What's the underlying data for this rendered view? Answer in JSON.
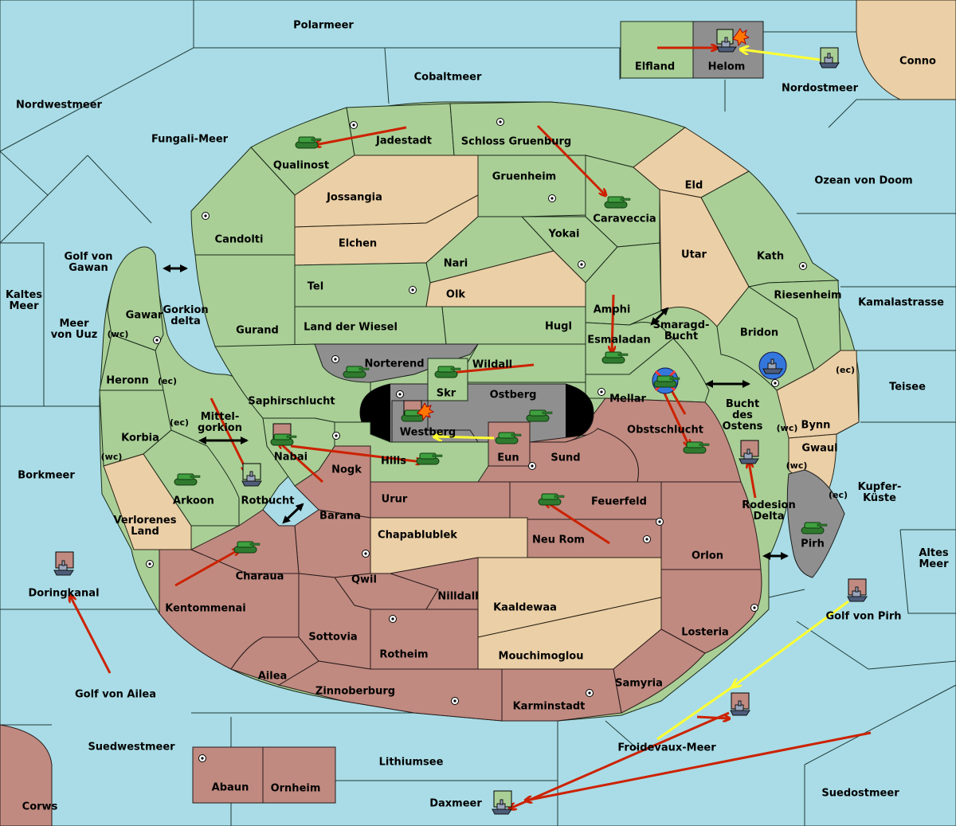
{
  "title": "",
  "colors": {
    "sea": "#a9dce6",
    "green_power": "#a9cf96",
    "brown_power": "#c08a80",
    "neutral": "#ebcfa6",
    "impassable": "#8f8f8f",
    "order_move": "#cc2200",
    "order_support": "#ffff33",
    "unit_tank": "#3a9a3a",
    "unit_fleet": "#5b6e8c"
  },
  "icons": [
    "tank-icon",
    "fleet-icon",
    "supply-center-icon",
    "explosion-icon",
    "dislodged-marker-icon",
    "double-arrow-icon"
  ],
  "seas": {
    "polarmeer": "Polarmeer",
    "cobaltmeer": "Cobaltmeer",
    "nordwestmeer": "Nordwestmeer",
    "fungali_meer": "Fungali-Meer",
    "nordostmeer": "Nordostmeer",
    "ozean_von_doom": "Ozean von Doom",
    "golf_von_gawan": "Golf von Gawan",
    "kaltes_meer": "Kaltes Meer",
    "meer_von_uuz": "Meer von Uuz",
    "gorkion_delta": "Gorkion delta",
    "kamalastrasse": "Kamalastrasse",
    "smaragd_bucht": "Smaragd-Bucht",
    "teisee": "Teisee",
    "bucht_des_ostens": "Bucht des Ostens",
    "mittelgorkion": "Mittel-gorkion",
    "borkmeer": "Borkmeer",
    "rotbucht": "Rotbucht",
    "kupfer_kuste": "Kupfer-Küste",
    "rodesion_delta": "Rodesion Delta",
    "altes_meer": "Altes Meer",
    "doringkanal": "Doringkanal",
    "golf_von_pirh": "Golf von Pirh",
    "golf_von_ailea": "Golf von Ailea",
    "suedwestmeer": "Suedwestmeer",
    "lithiumsee": "Lithiumsee",
    "froidevaux_meer": "Froidevaux-Meer",
    "daxmeer": "Daxmeer",
    "suedostmeer": "Suedostmeer"
  },
  "provinces": {
    "elfland": "Elfland",
    "helom": "Helom",
    "conno": "Conno",
    "corws": "Corws",
    "jadestadt": "Jadestadt",
    "schloss_gruenburg": "Schloss Gruenburg",
    "qualinost": "Qualinost",
    "gruenheim": "Gruenheim",
    "jossangia": "Jossangia",
    "eld": "Eld",
    "caraveccia": "Caraveccia",
    "candolti": "Candolti",
    "elchen": "Elchen",
    "yokai": "Yokai",
    "utar": "Utar",
    "kath": "Kath",
    "nari": "Nari",
    "tel": "Tel",
    "olk": "Olk",
    "riesenheim": "Riesenheim",
    "amphi": "Amphi",
    "gawar": "Gawar",
    "land_der_wiesel": "Land der Wiesel",
    "hugl": "Hugl",
    "gurand": "Gurand",
    "bridon": "Bridon",
    "esmaladan": "Esmaladan",
    "norterend": "Norterend",
    "wildall": "Wildall",
    "heronn": "Heronn",
    "skr": "Skr",
    "ostberg": "Ostberg",
    "mellar": "Mellar",
    "saphirschlucht": "Saphirschlucht",
    "bynn": "Bynn",
    "westberg": "Westberg",
    "obstschlucht": "Obstschlucht",
    "korbia": "Korbia",
    "nabai": "Nabai",
    "eun": "Eun",
    "sund": "Sund",
    "gwaul": "Gwaul",
    "hills": "Hills",
    "nogk": "Nogk",
    "arkoon": "Arkoon",
    "urur": "Urur",
    "feuerfeld": "Feuerfeld",
    "barana": "Barana",
    "verlorenes_land": "Verlorenes Land",
    "chapablublek": "Chapablublek",
    "neu_rom": "Neu Rom",
    "pirh": "Pirh",
    "orlon": "Orlon",
    "charaua": "Charaua",
    "qwil": "Qwil",
    "nilldall": "Nilldall",
    "kaaldewaa": "Kaaldewaa",
    "kentommenai": "Kentommenai",
    "sottovia": "Sottovia",
    "losteria": "Losteria",
    "rotheim": "Rotheim",
    "mouchimoglou": "Mouchimoglou",
    "ailea": "Ailea",
    "samyria": "Samyria",
    "zinnoberburg": "Zinnoberburg",
    "karminstadt": "Karminstadt",
    "abaun": "Abaun",
    "ornheim": "Ornheim"
  },
  "coasts": {
    "wc": "(wc)",
    "ec": "(ec)"
  }
}
